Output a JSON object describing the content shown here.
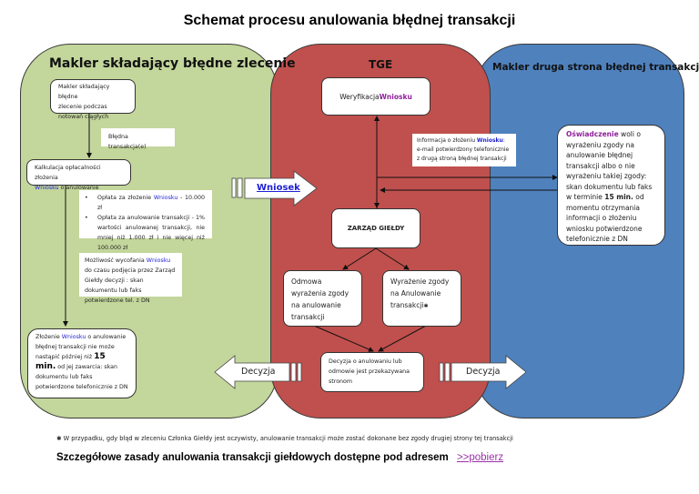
{
  "title": "Schemat procesu anulowania błędnej transakcji",
  "lanes": {
    "green": {
      "title": "Makler składający błędne zlecenie",
      "color": "#c3d69b"
    },
    "red": {
      "title": "TGE",
      "color": "#c0504d"
    },
    "blue": {
      "title": "Makler druga strona błędnej transakcji",
      "color": "#4f81bd"
    }
  },
  "green_lane": {
    "box1": {
      "line1": "Makler składający błędne",
      "line2": "zlecenie podczas",
      "line3": "notowań ciągłych"
    },
    "note_error": "Błędna transakcja(e)",
    "box2": {
      "pre": "Kalkulacja opłacalności złożenia",
      "hl": "Wniosku",
      "post": " o anulowanie"
    },
    "fees": {
      "item1_pre": "Opłata za złożenie ",
      "item1_hl": "Wniosku",
      "item1_post": " - 10.000 zł",
      "item2": "Opłata za anulowanie transakcji - 1% wartości anulowanej transakcji, nie mniej niż 1.000 zł i nie więcej niż 100.000 zł"
    },
    "withdraw": {
      "pre": "Możliwość wycofania ",
      "hl": "Wniosku",
      "post": " do czasu podjęcia przez Zarząd Giełdy decyzji : skan dokumentu lub faks potwierdzone tel. z DN"
    },
    "box3": {
      "pre": "Złożenie ",
      "hl": "Wniosku",
      "mid": " o anulowanie błędnej transakcji nie może nastąpić później niż ",
      "bold": "15 min.",
      "post": " od jej zawarcia: skan dokumentu lub faks potwierdzone telefonicznie z DN"
    }
  },
  "red_lane": {
    "verify": {
      "pre": "Weryfikacja ",
      "hl": "Wniosku"
    },
    "info_note": {
      "pre": "Informacja  o złożeniu ",
      "hl": "Wniosku",
      "post": ": e-mail potwierdzony telefonicznie z drugą stroną błędnej transakcji"
    },
    "board": "ZARZĄD GIEŁDY",
    "refuse": "Odmowa wyrażenia zgody na anulowanie transakcji",
    "agree": "Wyrażenie zgody na Anulowanie transakcji",
    "agree_mark": "✱",
    "decision_box": "Decyzja o anulowaniu lub odmowie jest przekazywana stronom"
  },
  "blue_lane": {
    "statement": {
      "hl": "Oświadczenie",
      "pre": " woli o wyrażeniu zgody na anulowanie błędnej transakcji albo o nie wyrażeniu takiej zgody: skan dokumentu lub faks w terminie ",
      "bold": "15 min.",
      "post": " od momentu otrzymania informacji o złożeniu wniosku potwierdzone telefonicznie z DN"
    }
  },
  "arrows": {
    "wniosek": "Wniosek",
    "decision_left": "Decyzja",
    "decision_right": "Decyzja"
  },
  "footnote": {
    "mark": "✱",
    "text": " W przypadku, gdy błąd w zleceniu Członka Giełdy jest oczywisty, anulowanie transakcji może zostać dokonane bez zgody drugiej strony tej transakcji"
  },
  "details": {
    "text": "Szczegółowe zasady anulowania transakcji giełdowych dostępne pod adresem",
    "link": ">>pobierz"
  }
}
